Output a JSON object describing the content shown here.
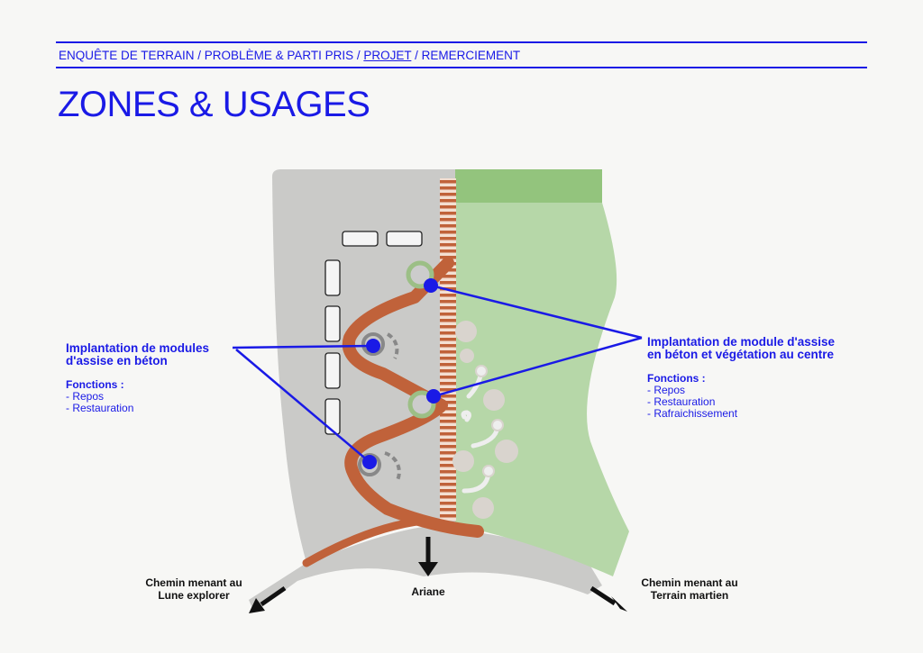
{
  "nav": {
    "items": [
      "ENQUÊTE DE TERRAIN ",
      " / ",
      "PROBLÈME & PARTI PRIS",
      " / ",
      "PROJET",
      " / ",
      "REMERCIEMENT"
    ],
    "active_index": 4
  },
  "title": "ZONES & USAGES",
  "callouts": {
    "left": {
      "heading": [
        "Implantation de modules",
        "d'assise en béton"
      ],
      "functions_title": "Fonctions :",
      "functions": [
        "- Repos",
        "- Restauration"
      ]
    },
    "right": {
      "heading": [
        "Implantation de module d'assise",
        "en béton et végétation au centre"
      ],
      "functions_title": "Fonctions :",
      "functions": [
        "- Repos",
        "- Restauration",
        "- Rafraichissement"
      ]
    }
  },
  "paths": {
    "left": [
      "Chemin menant au",
      "Lune explorer"
    ],
    "center": [
      "Ariane"
    ],
    "right": [
      "Chemin menant au",
      "Terrain martien"
    ]
  },
  "colors": {
    "accent": "#1a1ae6",
    "pavement": "#cacac8",
    "grass": "#b6d7a8",
    "grass_dark": "#93c47d",
    "path_brown": "#c0623a",
    "circle_green": "#9cbf86",
    "tree": "#d9d4ce"
  }
}
